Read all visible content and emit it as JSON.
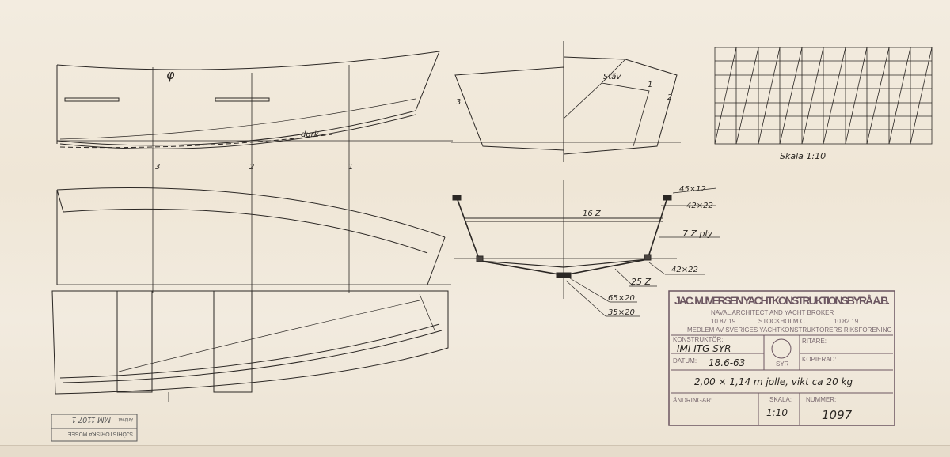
{
  "drawing": {
    "profile": {
      "station_labels": [
        "3",
        "2",
        "1"
      ],
      "durk_label": "durk",
      "centerline_symbol": "φ"
    },
    "body_plan": {
      "stav_label": "Stäv",
      "station_labels": [
        "3",
        "1",
        "2"
      ]
    },
    "scale_grid": {
      "label": "Skala 1:10"
    },
    "section": {
      "labels": [
        "45×12",
        "42×22",
        "16 Z",
        "7 Z ply",
        "42×22",
        "25 Z",
        "65×20",
        "35×20"
      ]
    }
  },
  "title_block": {
    "firm": "JAC. M. IVERSEN YACHTKONSTRUKTIONSBYRÅ A.B.",
    "subtitle": "NAVAL ARCHITECT AND YACHT BROKER",
    "phone_left": "10 87 19",
    "city": "STOCKHOLM C",
    "phone_right": "10 82 19",
    "membership": "MEDLEM AV SVERIGES YACHTKONSTRUKTÖRERS RIKSFÖRENING",
    "konstruktor_label": "KONSTRUKTÖR:",
    "konstruktor_value": "IMI ITG SYR",
    "datum_label": "DATUM:",
    "datum_value": "18.6-63",
    "seal_text": "SYR",
    "ritare_label": "RITARE:",
    "kopierad_label": "KOPIERAD:",
    "description": "2,00 × 1,14 m jolle, vikt ca 20 kg",
    "andringar_label": "ÄNDRINGAR:",
    "skala_label": "SKALA:",
    "skala_value": "1:10",
    "nummer_label": "NUMMER:",
    "nummer_value": "1097"
  },
  "museum_stamp": {
    "name": "SJÖHISTORISKA MUSEET",
    "archive_label": "Arkivet",
    "archive_number": "MM 1107 1"
  }
}
